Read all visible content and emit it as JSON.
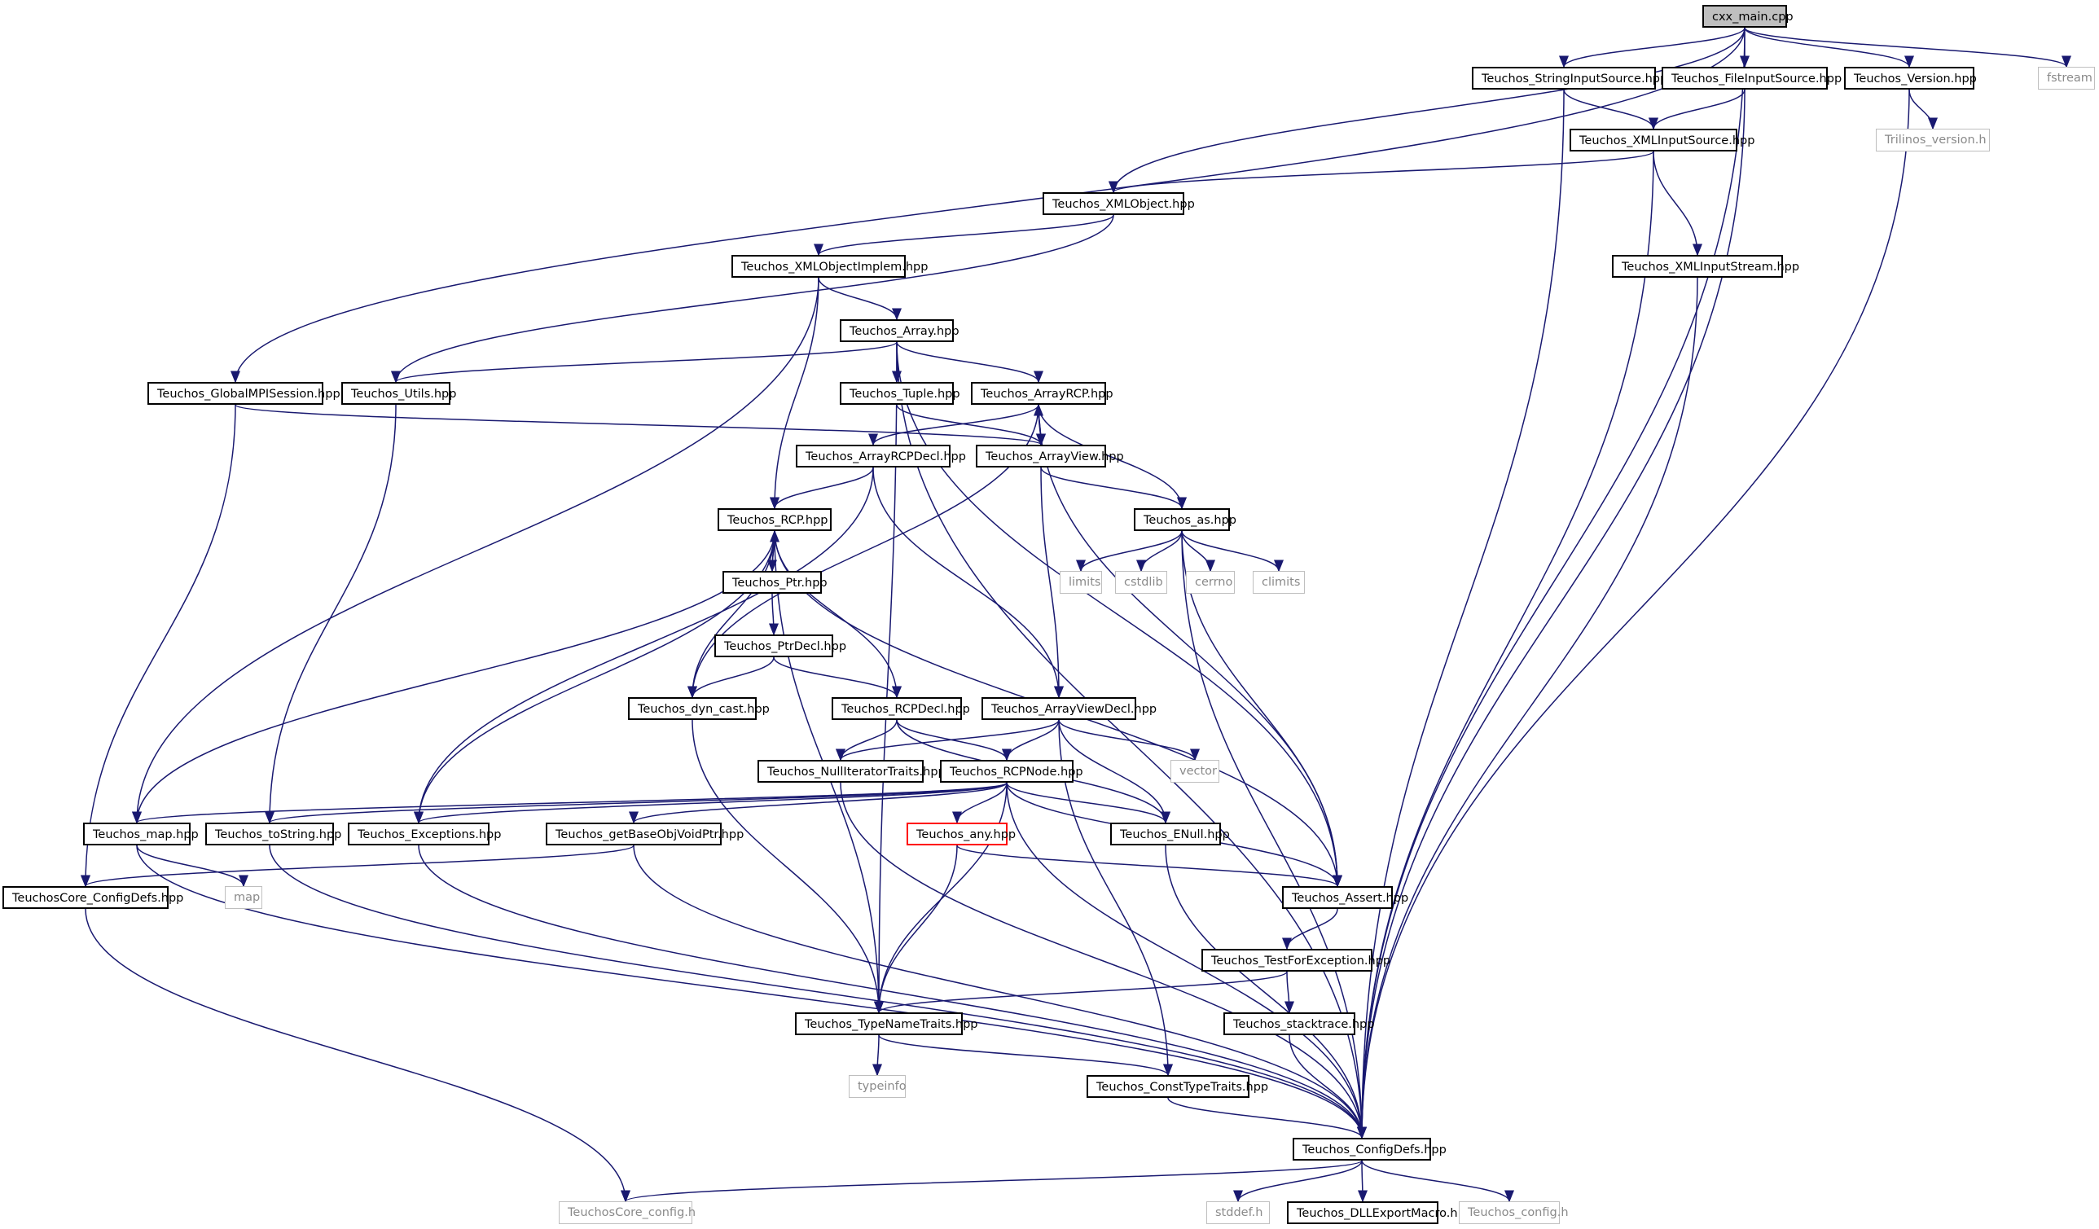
{
  "colors": {
    "edge": "#191970",
    "external_border": "#bfbfbf",
    "root_fill": "#bfbfbf",
    "warning_border": "#ff0000"
  },
  "nodes": {
    "cxx_main": "cxx_main.cpp",
    "string_input_source": "Teuchos_StringInputSource.hpp",
    "file_input_source": "Teuchos_FileInputSource.hpp",
    "version": "Teuchos_Version.hpp",
    "fstream": "fstream",
    "xml_input_source": "Teuchos_XMLInputSource.hpp",
    "trilinos_version": "Trilinos_version.h",
    "xml_object": "Teuchos_XMLObject.hpp",
    "xml_input_stream": "Teuchos_XMLInputStream.hpp",
    "xml_object_implem": "Teuchos_XMLObjectImplem.hpp",
    "array": "Teuchos_Array.hpp",
    "global_mpi_session": "Teuchos_GlobalMPISession.hpp",
    "utils": "Teuchos_Utils.hpp",
    "tuple": "Teuchos_Tuple.hpp",
    "array_rcp": "Teuchos_ArrayRCP.hpp",
    "array_rcp_decl": "Teuchos_ArrayRCPDecl.hpp",
    "array_view": "Teuchos_ArrayView.hpp",
    "rcp": "Teuchos_RCP.hpp",
    "as": "Teuchos_as.hpp",
    "limits": "limits",
    "cstdlib": "cstdlib",
    "cerrno": "cerrno",
    "climits": "climits",
    "ptr": "Teuchos_Ptr.hpp",
    "ptr_decl": "Teuchos_PtrDecl.hpp",
    "dyn_cast": "Teuchos_dyn_cast.hpp",
    "rcp_decl": "Teuchos_RCPDecl.hpp",
    "array_view_decl": "Teuchos_ArrayViewDecl.hpp",
    "vector": "vector",
    "null_iterator_traits": "Teuchos_NullIteratorTraits.hpp",
    "rcp_node": "Teuchos_RCPNode.hpp",
    "map_hpp": "Teuchos_map.hpp",
    "to_string": "Teuchos_toString.hpp",
    "exceptions": "Teuchos_Exceptions.hpp",
    "get_base_obj": "Teuchos_getBaseObjVoidPtr.hpp",
    "any": "Teuchos_any.hpp",
    "enull": "Teuchos_ENull.hpp",
    "map": "map",
    "core_config_defs": "TeuchosCore_ConfigDefs.hpp",
    "assert": "Teuchos_Assert.hpp",
    "test_for_exception": "Teuchos_TestForException.hpp",
    "stacktrace": "Teuchos_stacktrace.hpp",
    "type_name_traits": "Teuchos_TypeNameTraits.hpp",
    "typeinfo": "typeinfo",
    "const_type_traits": "Teuchos_ConstTypeTraits.hpp",
    "config_defs": "Teuchos_ConfigDefs.hpp",
    "core_config": "TeuchosCore_config.h",
    "stddef": "stddef.h",
    "dll_export": "Teuchos_DLLExportMacro.h",
    "config_h": "Teuchos_config.h"
  }
}
